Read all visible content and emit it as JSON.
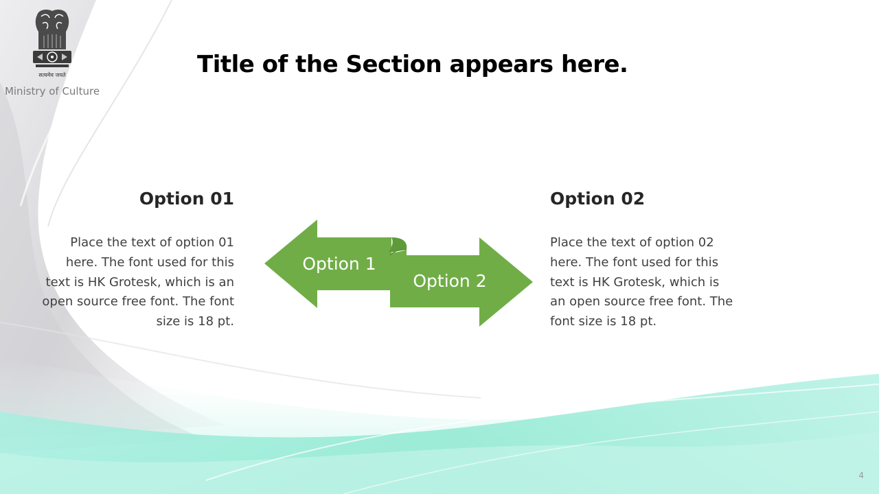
{
  "branding": {
    "emblem_motto": "सत्यमेव जयते",
    "org_name": "Ministry of Culture"
  },
  "slide": {
    "title": "Title of the Section appears here.",
    "page_number": "4"
  },
  "options": [
    {
      "heading": "Option 01",
      "text": "Place the text of option 01 here. The font used for this text is HK Grotesk, which is an open source free font. The font size is 18 pt.",
      "arrow_label": "Option 1"
    },
    {
      "heading": "Option 02",
      "text": "Place the text of option 02 here. The font used for this text is HK Grotesk, which is an open source free font. The font size is 18 pt.",
      "arrow_label": "Option 2"
    }
  ],
  "colors": {
    "arrow_fill": "#70ad47",
    "arrow_fold": "#5f9a3a",
    "arrow_text": "#ffffff",
    "wave_teal": "#8de8d0",
    "wave_grey": "#d4d4d8"
  },
  "icons": {
    "emblem": "state-emblem-lion-capital-icon"
  }
}
